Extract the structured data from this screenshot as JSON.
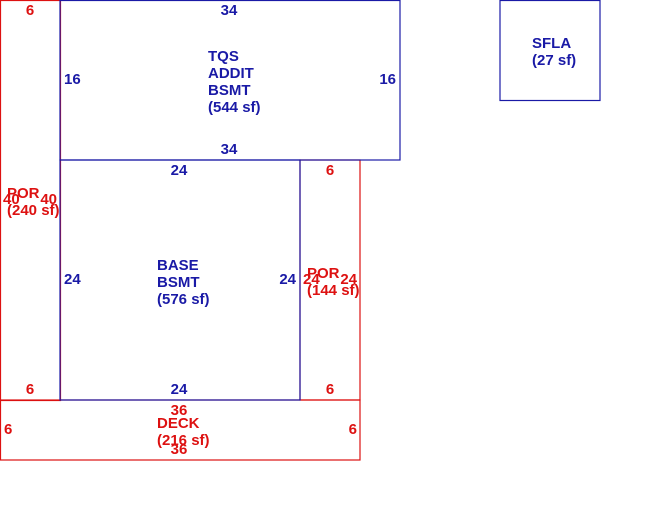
{
  "colors": {
    "living": "#1a1aa6",
    "exterior": "#dd1111"
  },
  "areas": {
    "tqs": {
      "lines": [
        "TQS",
        "ADDIT",
        "BSMT",
        "(544 sf)"
      ],
      "top": "34",
      "bottom": "34",
      "left": "16",
      "right": "16"
    },
    "base": {
      "lines": [
        "BASE",
        "BSMT",
        "(576 sf)"
      ],
      "top": "24",
      "bottom": "24",
      "left": "24",
      "right": "24"
    },
    "por_left": {
      "lines": [
        "POR",
        "(240 sf)"
      ],
      "top": "6",
      "bottom": "6",
      "left": "40",
      "right": "40"
    },
    "por_right": {
      "lines": [
        "POR",
        "(144 sf)"
      ],
      "top": "6",
      "bottom": "6",
      "left": "24",
      "right": "24"
    },
    "deck": {
      "lines": [
        "DECK",
        "(216 sf)"
      ],
      "top": "36",
      "bottom": "36",
      "left": "6",
      "right": "6"
    },
    "sfla": {
      "lines": [
        "SFLA",
        "(27 sf)"
      ]
    }
  }
}
